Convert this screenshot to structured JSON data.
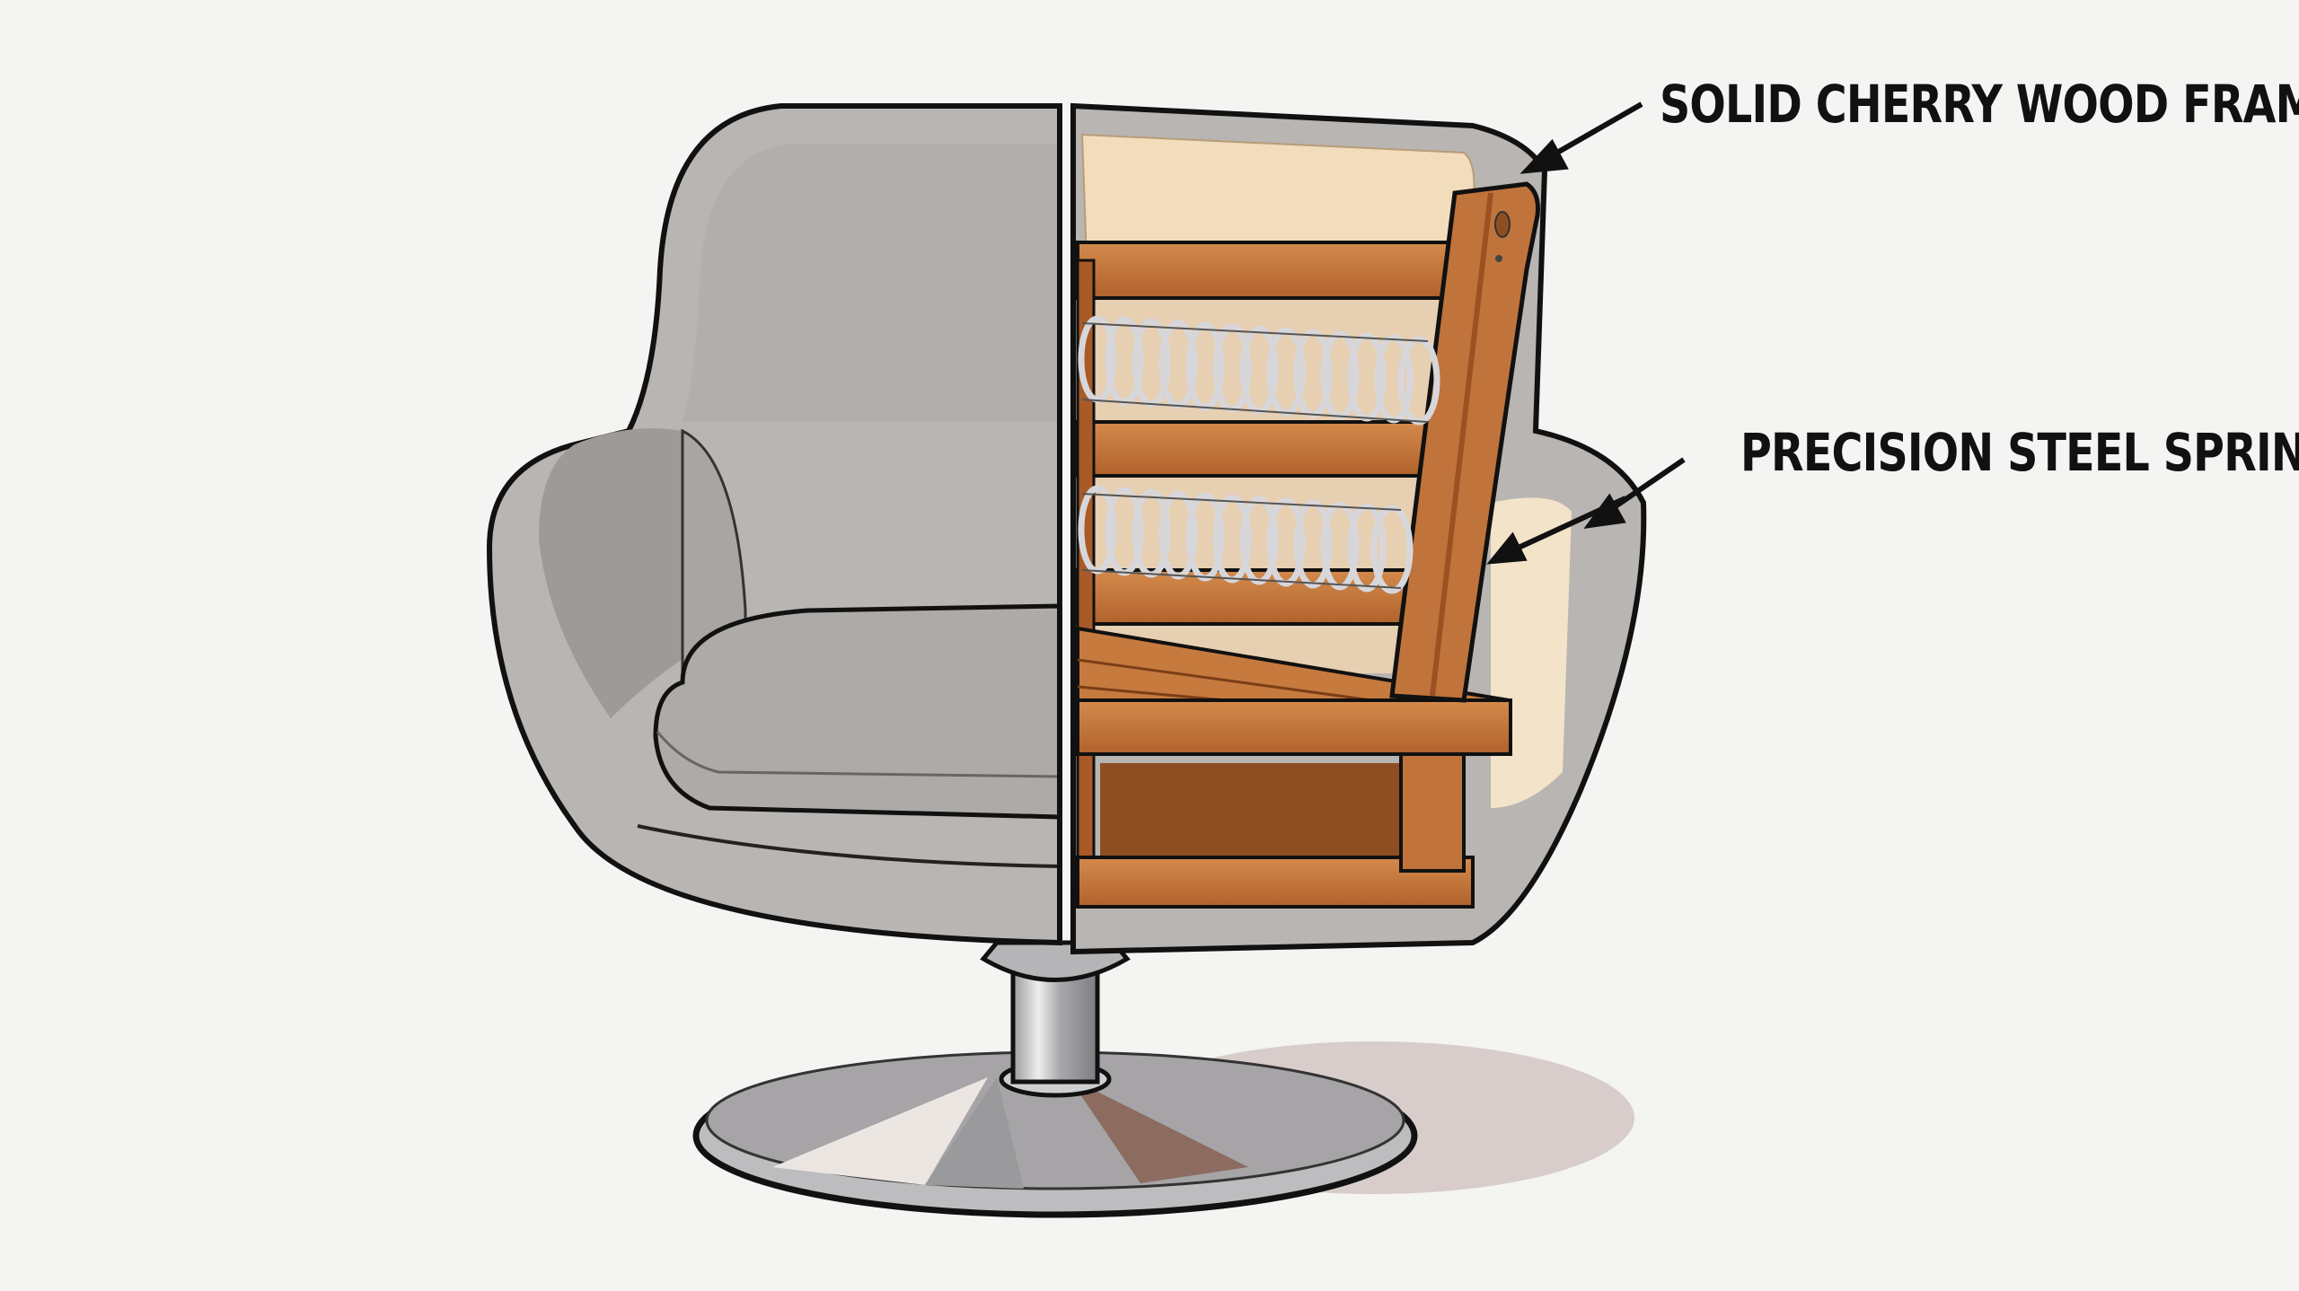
{
  "figure": {
    "subject": "Swivel armchair cutaway illustration",
    "labels": [
      {
        "id": "frame",
        "text": "SOLID CHERRY WOOD FRAME"
      },
      {
        "id": "springs",
        "text": "PRECISION STEEL SPRINGS"
      }
    ],
    "colors": {
      "background": "#f4f4f2",
      "upholstery": "#b4b1ae",
      "upholstery_shadow": "#9a9794",
      "wood": "#c0743c",
      "wood_dark": "#8f4e22",
      "padding": "#f1dcbc",
      "steel": "#c8c8cc",
      "outline": "#1a1a1a"
    }
  }
}
